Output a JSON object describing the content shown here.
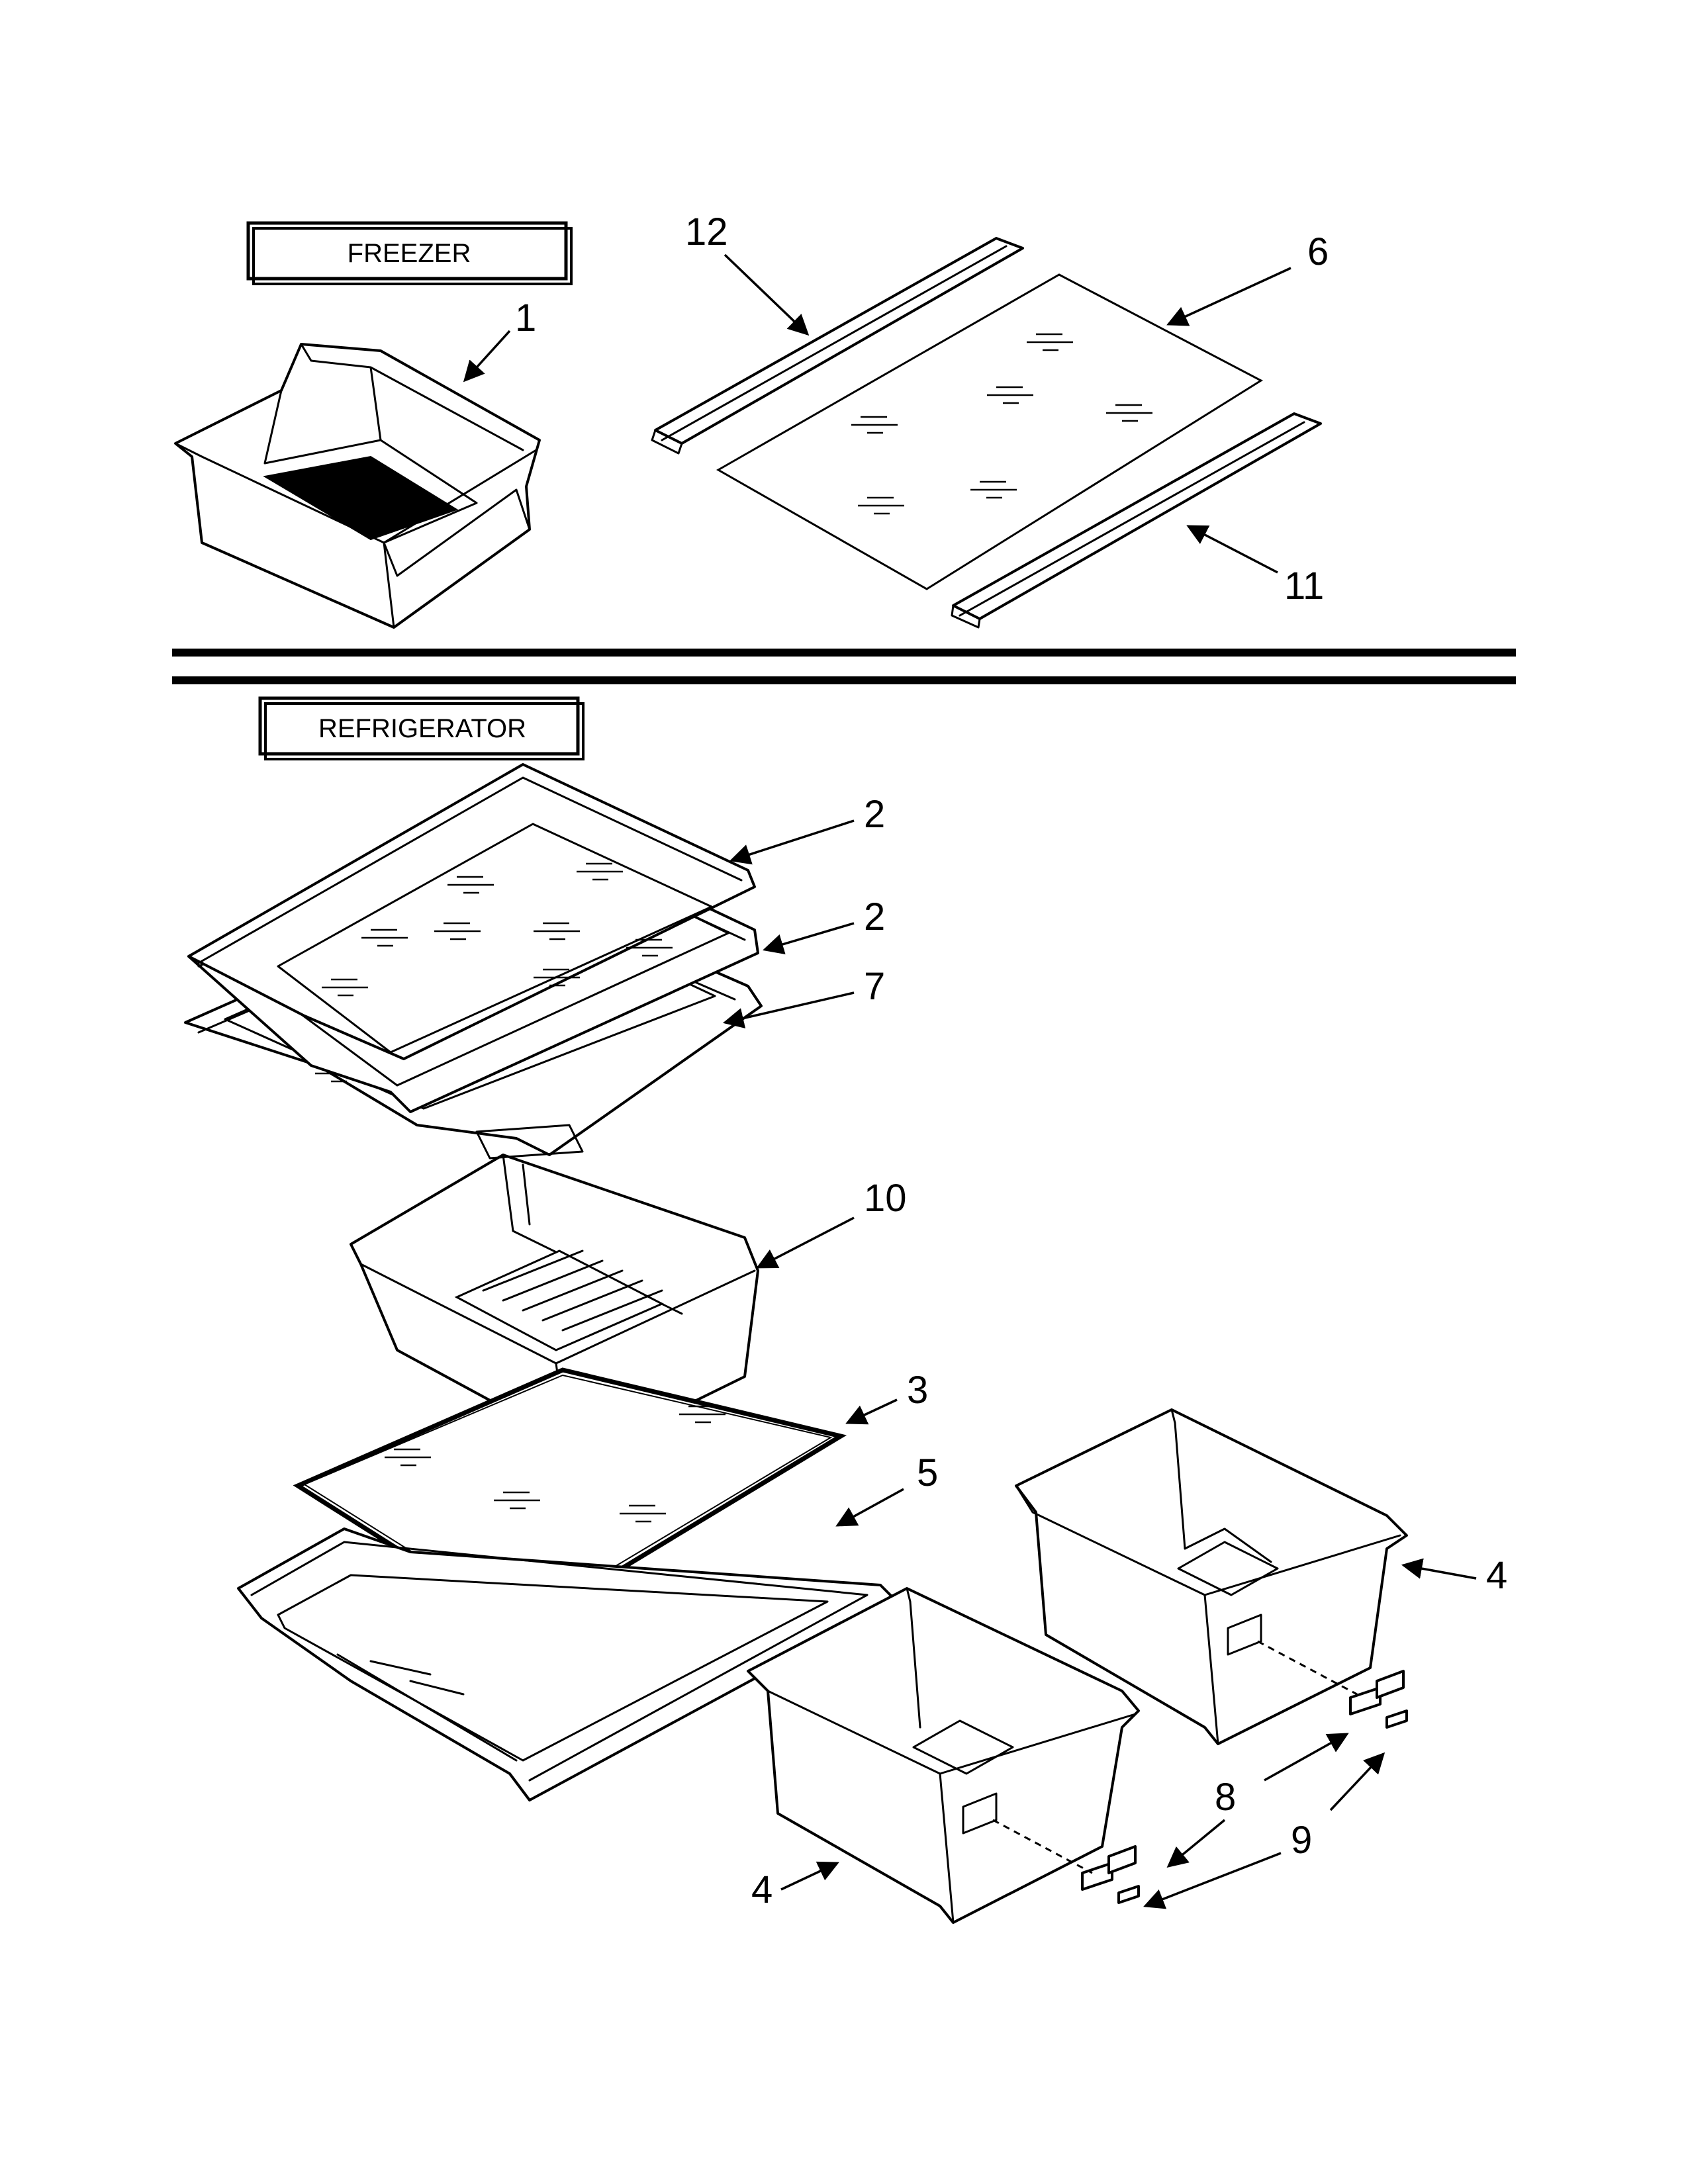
{
  "sections": {
    "freezer": "FREEZER",
    "refrigerator": "REFRIGERATOR"
  },
  "callouts": {
    "c1": "1",
    "c2a": "2",
    "c2b": "2",
    "c3": "3",
    "c4a": "4",
    "c4b": "4",
    "c5": "5",
    "c6": "6",
    "c7": "7",
    "c8": "8",
    "c9": "9",
    "c10": "10",
    "c11": "11",
    "c12": "12"
  }
}
